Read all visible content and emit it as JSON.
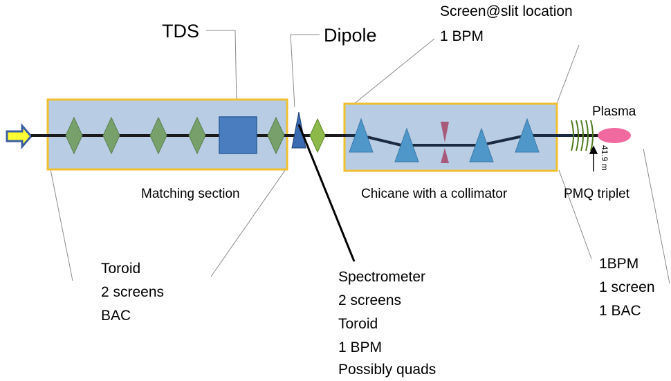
{
  "labels": {
    "tds": "TDS",
    "dipole": "Dipole",
    "screen_slit": "Screen@slit location",
    "screen_slit_bpm": "1 BPM",
    "plasma": "Plasma",
    "matching_section": "Matching section",
    "chicane": "Chicane with a collimator",
    "pmq_triplet": "PMQ triplet",
    "distance": "41.9 m"
  },
  "notes": {
    "matching": [
      "Toroid",
      "2 screens",
      "BAC"
    ],
    "spectrometer": [
      "Spectrometer",
      "2 screens",
      "Toroid",
      "1 BPM",
      "Possibly quads"
    ],
    "pmq": [
      "1BPM",
      "1 screen",
      "1 BAC"
    ]
  },
  "colors": {
    "section_fill": "#b8cce4",
    "section_border": "#f0c030",
    "quad_fill": "#77a06a",
    "quad_light_fill": "#8db84a",
    "tds_fill": "#4a7cc0",
    "dipole_fill": "#3a6ab0",
    "chicane_dipole_fill": "#4f97c8",
    "collimator_fill": "#a85a7a",
    "pmq_stroke": "#4d7a1e",
    "plasma_fill": "#f06aa0",
    "arrow_fill": "#ffff33",
    "arrow_stroke": "#3a5fa0"
  }
}
